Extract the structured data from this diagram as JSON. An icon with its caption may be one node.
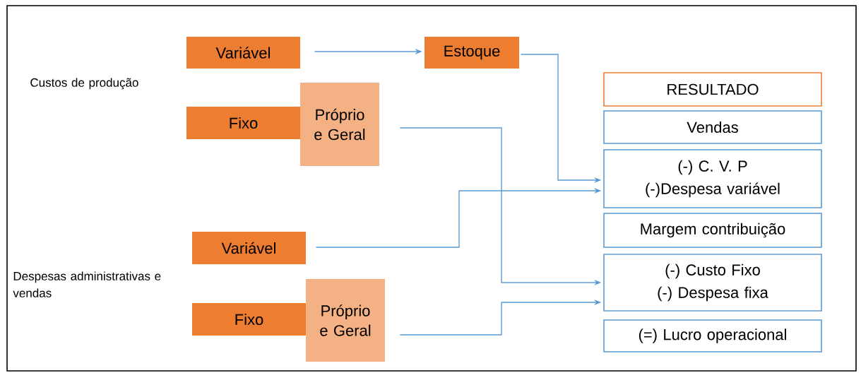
{
  "diagram": {
    "nodes": [
      {
        "text": [
          "Variável"
        ]
      },
      {
        "text": [
          "Estoque"
        ]
      },
      {
        "text": [
          "Fixo"
        ]
      },
      {
        "text": [
          "Próprio e Geral"
        ]
      },
      {
        "text": [
          "RESULTADO"
        ]
      },
      {
        "text": [
          "Vendas"
        ]
      },
      {
        "text": [
          "(-) C. V. P",
          "(-)Despesa variável"
        ]
      },
      {
        "text": [
          "Margem contribuição"
        ]
      },
      {
        "text": [
          "(-) Custo Fixo",
          "(-) Despesa fixa"
        ]
      },
      {
        "text": [
          "(=) Lucro operacional"
        ]
      },
      {
        "text": [
          "Variável"
        ]
      },
      {
        "text": [
          "Fixo"
        ]
      },
      {
        "text": [
          "Próprio e Geral"
        ]
      }
    ],
    "edges": [
      {
        "from": 0,
        "to": 1,
        "arrow": "to"
      },
      {
        "from": 1,
        "to": 6,
        "arrow": "to"
      },
      {
        "from": 3,
        "to": 8,
        "arrow": "to"
      },
      {
        "from": 10,
        "to": 6,
        "arrow": "to"
      },
      {
        "from": 12,
        "to": 8,
        "arrow": "to"
      }
    ],
    "labels": [
      "Custos de produção",
      "Despesas administrativas e vendas"
    ]
  }
}
